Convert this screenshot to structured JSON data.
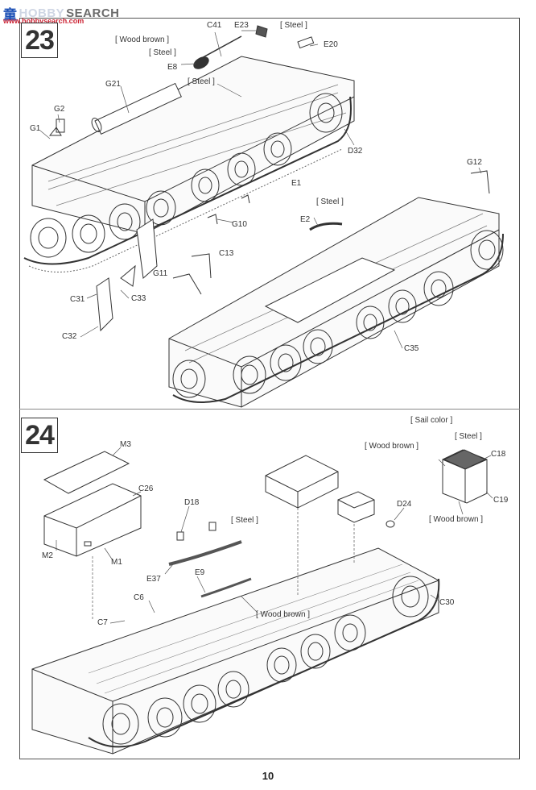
{
  "watermark": {
    "brand_cn": "童",
    "brand_mid": "HOBBY",
    "brand_search": "SEARCH",
    "url": "www.hobbysearch.com"
  },
  "steps": {
    "a": "23",
    "b": "24"
  },
  "step23_labels": {
    "c41": "C41",
    "e23": "E23",
    "steel_top": "[ Steel ]",
    "wood_brown": "[ Wood brown ]",
    "steel_e8": "[ Steel ]",
    "e20": "E20",
    "e8": "E8",
    "steel_mid": "[ Steel ]",
    "g21": "G21",
    "g2": "G2",
    "g1": "G1",
    "d32": "D32",
    "e1": "E1",
    "g12": "G12",
    "g10": "G10",
    "steel_e2": "[ Steel ]",
    "e2": "E2",
    "c13": "C13",
    "g11": "G11",
    "c31": "C31",
    "c33": "C33",
    "c32": "C32",
    "c35": "C35"
  },
  "step24_labels": {
    "m3": "M3",
    "c26": "C26",
    "m2": "M2",
    "m1": "M1",
    "d18": "D18",
    "steel_d18": "[ Steel ]",
    "e37": "E37",
    "e9": "E9",
    "c6": "C6",
    "c7": "C7",
    "wood_brown_mid": "[ Wood brown ]",
    "sail_color": "[ Sail color ]",
    "steel_box": "[ Steel ]",
    "wood_brown_box": "[ Wood brown ]",
    "c18": "C18",
    "c19": "C19",
    "wood_brown_low": "[ Wood brown ]",
    "d24": "D24",
    "c30": "C30"
  },
  "page_number": "10"
}
